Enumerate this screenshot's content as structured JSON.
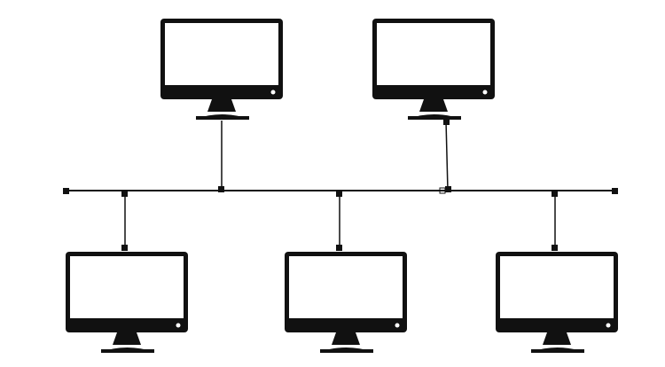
{
  "diagram": {
    "type": "bus-topology",
    "description_visible_text": "",
    "colors": {
      "background": "#ffffff",
      "line": "#111111",
      "monitor_body": "#111111",
      "screen": "#ffffff"
    },
    "nodes": [
      {
        "id": "monitor-top-left",
        "icon": "desktop-monitor-icon",
        "row": "top"
      },
      {
        "id": "monitor-top-right",
        "icon": "desktop-monitor-icon",
        "row": "top"
      },
      {
        "id": "monitor-bottom-left",
        "icon": "desktop-monitor-icon",
        "row": "bottom"
      },
      {
        "id": "monitor-bottom-center",
        "icon": "desktop-monitor-icon",
        "row": "bottom"
      },
      {
        "id": "monitor-bottom-right",
        "icon": "desktop-monitor-icon",
        "row": "bottom"
      }
    ],
    "bus": {
      "icon": "bus-backbone-line",
      "terminators": 2
    },
    "connections": [
      "monitor-top-left",
      "monitor-top-right",
      "monitor-bottom-left",
      "monitor-bottom-center",
      "monitor-bottom-right"
    ]
  }
}
